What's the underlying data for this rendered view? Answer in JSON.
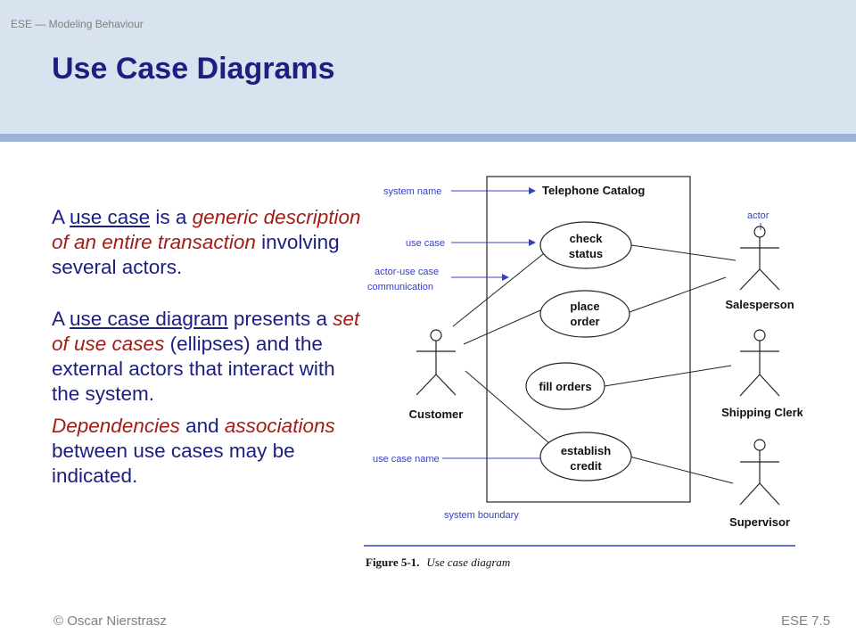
{
  "header": {
    "kicker": "ESE — Modeling Behaviour",
    "title": "Use Case Diagrams"
  },
  "body": {
    "p1": {
      "t1": "A ",
      "term": "use case",
      "t2": " is a ",
      "emph": "generic description of an entire transaction",
      "t3": " involving several actors."
    },
    "p2": {
      "t1": "A ",
      "term": "use case diagram",
      "t2": " presents a ",
      "emph": "set of use cases",
      "t3": " (ellipses) and the external actors that interact with the system."
    },
    "p3": {
      "emph1": "Dependencies",
      "t1": " and ",
      "emph2": "associations",
      "t2": " between use cases may be indicated."
    }
  },
  "figure": {
    "system_title": "Telephone Catalog",
    "annotations": {
      "system_name": "system name",
      "use_case": "use case",
      "actor_use_case_1": "actor-use case",
      "actor_use_case_2": "communication",
      "use_case_name": "use case name",
      "system_boundary": "system boundary",
      "actor": "actor"
    },
    "use_cases": {
      "check_status_1": "check",
      "check_status_2": "status",
      "place_order_1": "place",
      "place_order_2": "order",
      "fill_orders": "fill orders",
      "establish_credit_1": "establish",
      "establish_credit_2": "credit"
    },
    "actors": {
      "customer": "Customer",
      "salesperson": "Salesperson",
      "shipping_clerk": "Shipping Clerk",
      "supervisor": "Supervisor"
    },
    "caption_label": "Figure 5-1.",
    "caption_text": "Use case diagram",
    "colors": {
      "annotation": "#3340c8",
      "caption_rule": "#3340c8"
    }
  },
  "footer": {
    "author": "© Oscar Nierstrasz",
    "slide_number": "ESE 7.5"
  }
}
